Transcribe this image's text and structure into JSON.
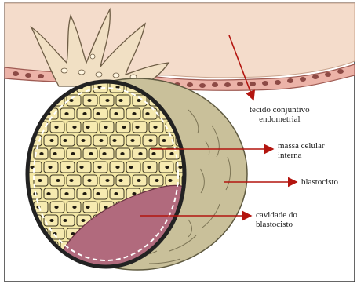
{
  "labels": {
    "tecido_line1": "tecido conjuntivo",
    "tecido_line2": "endometrial",
    "massa_line1": "massa celular",
    "massa_line2": "interna",
    "blastocisto": "blastocisto",
    "cavidade_line1": "cavidade do",
    "cavidade_line2": "blastocisto"
  },
  "colors": {
    "endometrium": "#f4dccb",
    "epithelium": "#ecb3a8",
    "inner_cell_mass": "#f3e7a4",
    "cavity": "#b16a7d",
    "trophoblast": "#c9c09a",
    "arrow": "#b3150f"
  }
}
